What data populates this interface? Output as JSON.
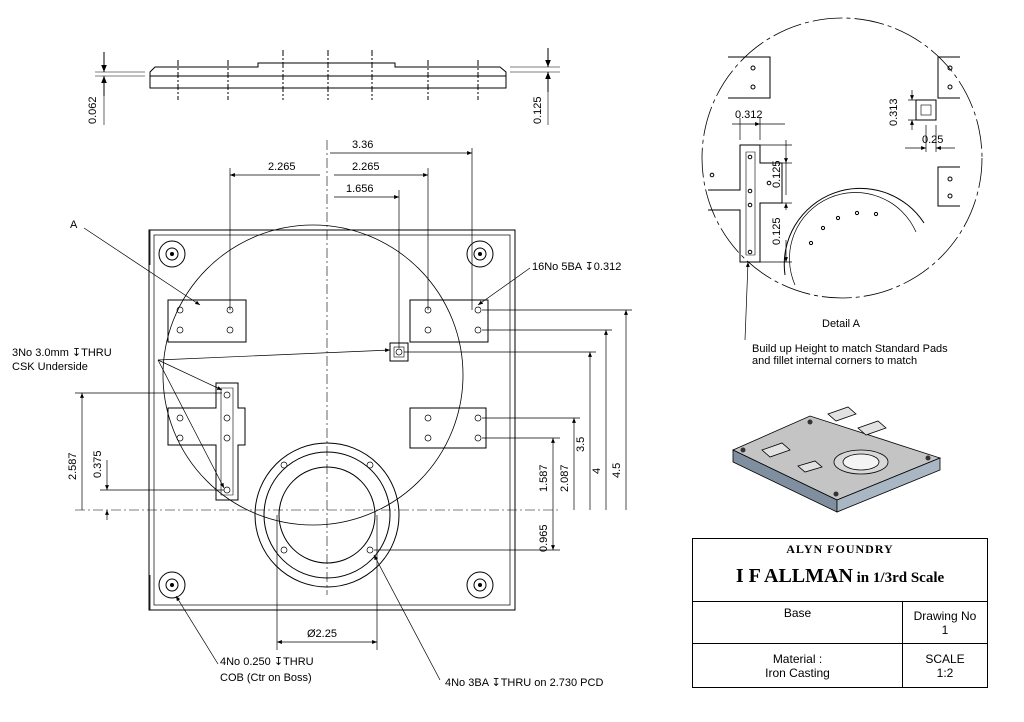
{
  "dims": {
    "thin": "0.062",
    "thick": "0.125",
    "d336": "3.36",
    "d2265a": "2.265",
    "d2265b": "2.265",
    "d1656": "1.656",
    "d2587": "2.587",
    "d0375": "0.375",
    "d1587": "1.587",
    "d2087": "2.087",
    "d35": "3.5",
    "d4": "4",
    "d45": "4.5",
    "d0965": "0.965",
    "dia": "Ø2.25"
  },
  "labels": {
    "a": "A",
    "holes16": "16No 5BA ↧0.312",
    "holes3_1": "3No 3.0mm ↧THRU",
    "holes3_2": "CSK Underside",
    "holes4_1": "4No 0.250 ↧THRU",
    "holes4_2": "COB (Ctr on Boss)",
    "holes4ba": "4No 3BA ↧THRU on 2.730 PCD"
  },
  "detail": {
    "title": "Detail A",
    "d0312": "0.312",
    "d0313": "0.313",
    "d025": "0.25",
    "d0125a": "0.125",
    "d0125b": "0.125",
    "note1": "Build up Height to match Standard Pads",
    "note2": "and fillet internal corners to match"
  },
  "titleblock": {
    "company": "ALYN FOUNDRY",
    "title_main": "I F ALLMAN",
    "title_sub": " in 1/3rd Scale",
    "part": "Base",
    "drawing_no_label": "Drawing No",
    "drawing_no": "1",
    "material_label": "Material :",
    "material": "Iron Casting",
    "scale_label": "SCALE",
    "scale": "1:2"
  }
}
